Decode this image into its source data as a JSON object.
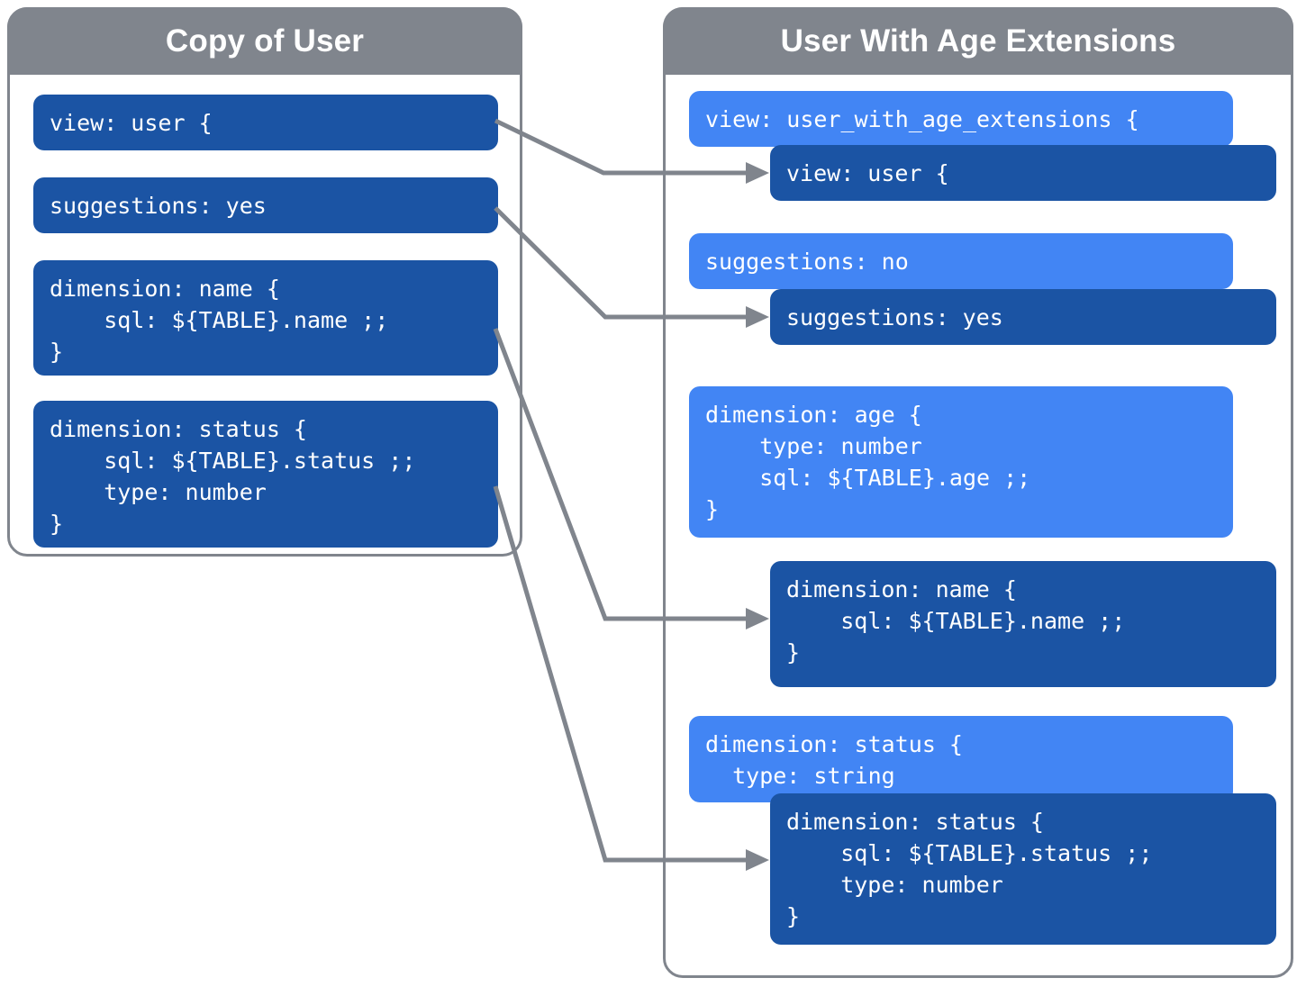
{
  "diagram": {
    "title_icon": "extends-diagram",
    "panels": [
      {
        "id": "copy-of-user",
        "title": "Copy of User",
        "header_color": "#80858d",
        "blocks": [
          {
            "id": "view-user",
            "variant": "inherited",
            "color": "#1b54a4",
            "text": "view: user {"
          },
          {
            "id": "suggestions-yes",
            "variant": "inherited",
            "color": "#1b54a4",
            "text": "suggestions: yes"
          },
          {
            "id": "dimension-name",
            "variant": "inherited",
            "color": "#1b54a4",
            "text": "dimension: name {\n    sql: ${TABLE}.name ;;\n}"
          },
          {
            "id": "dimension-status",
            "variant": "inherited",
            "color": "#1b54a4",
            "text": "dimension: status {\n    sql: ${TABLE}.status ;;\n    type: number\n}"
          }
        ]
      },
      {
        "id": "user-with-age-extensions",
        "title": "User With Age Extensions",
        "header_color": "#80858d",
        "blocks": [
          {
            "id": "view-user-with-age-extensions",
            "variant": "override",
            "color": "#4285f4",
            "text": "view: user_with_age_extensions {"
          },
          {
            "id": "inherited-view-user",
            "variant": "inherited",
            "color": "#1b54a4",
            "text": "view: user {"
          },
          {
            "id": "suggestions-no",
            "variant": "override",
            "color": "#4285f4",
            "text": "suggestions: no"
          },
          {
            "id": "inherited-suggestions-yes",
            "variant": "inherited",
            "color": "#1b54a4",
            "text": "suggestions: yes"
          },
          {
            "id": "dimension-age",
            "variant": "override",
            "color": "#4285f4",
            "text": "dimension: age {\n    type: number\n    sql: ${TABLE}.age ;;\n}"
          },
          {
            "id": "inherited-dimension-name",
            "variant": "inherited",
            "color": "#1b54a4",
            "text": "dimension: name {\n    sql: ${TABLE}.name ;;\n}"
          },
          {
            "id": "dimension-status-override",
            "variant": "override",
            "color": "#4285f4",
            "text": "dimension: status {\n  type: string"
          },
          {
            "id": "inherited-dimension-status",
            "variant": "inherited",
            "color": "#1b54a4",
            "text": "dimension: status {\n    sql: ${TABLE}.status ;;\n    type: number\n}"
          }
        ]
      }
    ],
    "connectors": [
      {
        "id": "view-user-link",
        "from": "view-user",
        "to": "inherited-view-user"
      },
      {
        "id": "suggestions-link",
        "from": "suggestions-yes",
        "to": "inherited-suggestions-yes"
      },
      {
        "id": "dimension-name-link",
        "from": "dimension-name",
        "to": "inherited-dimension-name"
      },
      {
        "id": "dimension-status-link",
        "from": "dimension-status",
        "to": "inherited-dimension-status"
      }
    ],
    "connector_color": "#80858d"
  }
}
